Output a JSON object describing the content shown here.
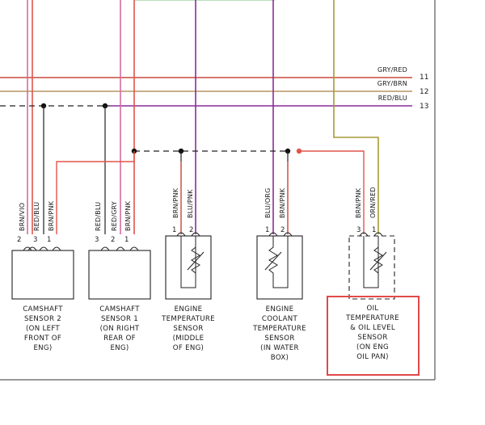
{
  "right_wires": [
    {
      "id": "11",
      "label": "GRY/RED",
      "color": "#c94a3e"
    },
    {
      "id": "12",
      "label": "GRY/BRN",
      "color": "#b89560"
    },
    {
      "id": "13",
      "label": "RED/BLU",
      "color": "#8a2c9c"
    }
  ],
  "wire_colors": {
    "pink": "#d66aa6",
    "red": "#e0554a",
    "purple": "#8a2c9c",
    "olive": "#a69a36",
    "shielded": "#222222",
    "box_highlight": "#e04a4a"
  },
  "components": [
    {
      "id": "cam2",
      "pins": [
        {
          "num": "2",
          "wire": "BRN/VIO"
        },
        {
          "num": "3",
          "wire": "RED/BLU"
        },
        {
          "num": "1",
          "wire": "BRN/PNK"
        }
      ],
      "caption": [
        "CAMSHAFT",
        "SENSOR 2",
        "(ON LEFT",
        "FRONT OF",
        "ENG)"
      ]
    },
    {
      "id": "cam1",
      "pins": [
        {
          "num": "3",
          "wire": "RED/BLU"
        },
        {
          "num": "2",
          "wire": "RED/GRY"
        },
        {
          "num": "1",
          "wire": "BRN/PNK"
        }
      ],
      "caption": [
        "CAMSHAFT",
        "SENSOR 1",
        "(ON RIGHT",
        "REAR OF",
        "ENG)"
      ]
    },
    {
      "id": "engtemp",
      "pins": [
        {
          "num": "1",
          "wire": "BRN/PNK"
        },
        {
          "num": "2",
          "wire": "BLU/PNK"
        }
      ],
      "caption": [
        "ENGINE",
        "TEMPERATURE",
        "SENSOR",
        "(MIDDLE",
        "OF ENG)"
      ]
    },
    {
      "id": "coolant",
      "pins": [
        {
          "num": "1",
          "wire": "BLU/ORG"
        },
        {
          "num": "2",
          "wire": "BRN/PNK"
        }
      ],
      "caption": [
        "ENGINE",
        "COOLANT",
        "TEMPERATURE",
        "SENSOR",
        "(IN WATER",
        "BOX)"
      ]
    },
    {
      "id": "oiltemp",
      "pins": [
        {
          "num": "3",
          "wire": "BRN/PNK"
        },
        {
          "num": "1",
          "wire": "ORN/RED"
        }
      ],
      "caption": [
        "OIL",
        "TEMPERATURE",
        "& OIL LEVEL",
        "SENSOR",
        "(ON ENG",
        "OIL PAN)"
      ]
    }
  ]
}
